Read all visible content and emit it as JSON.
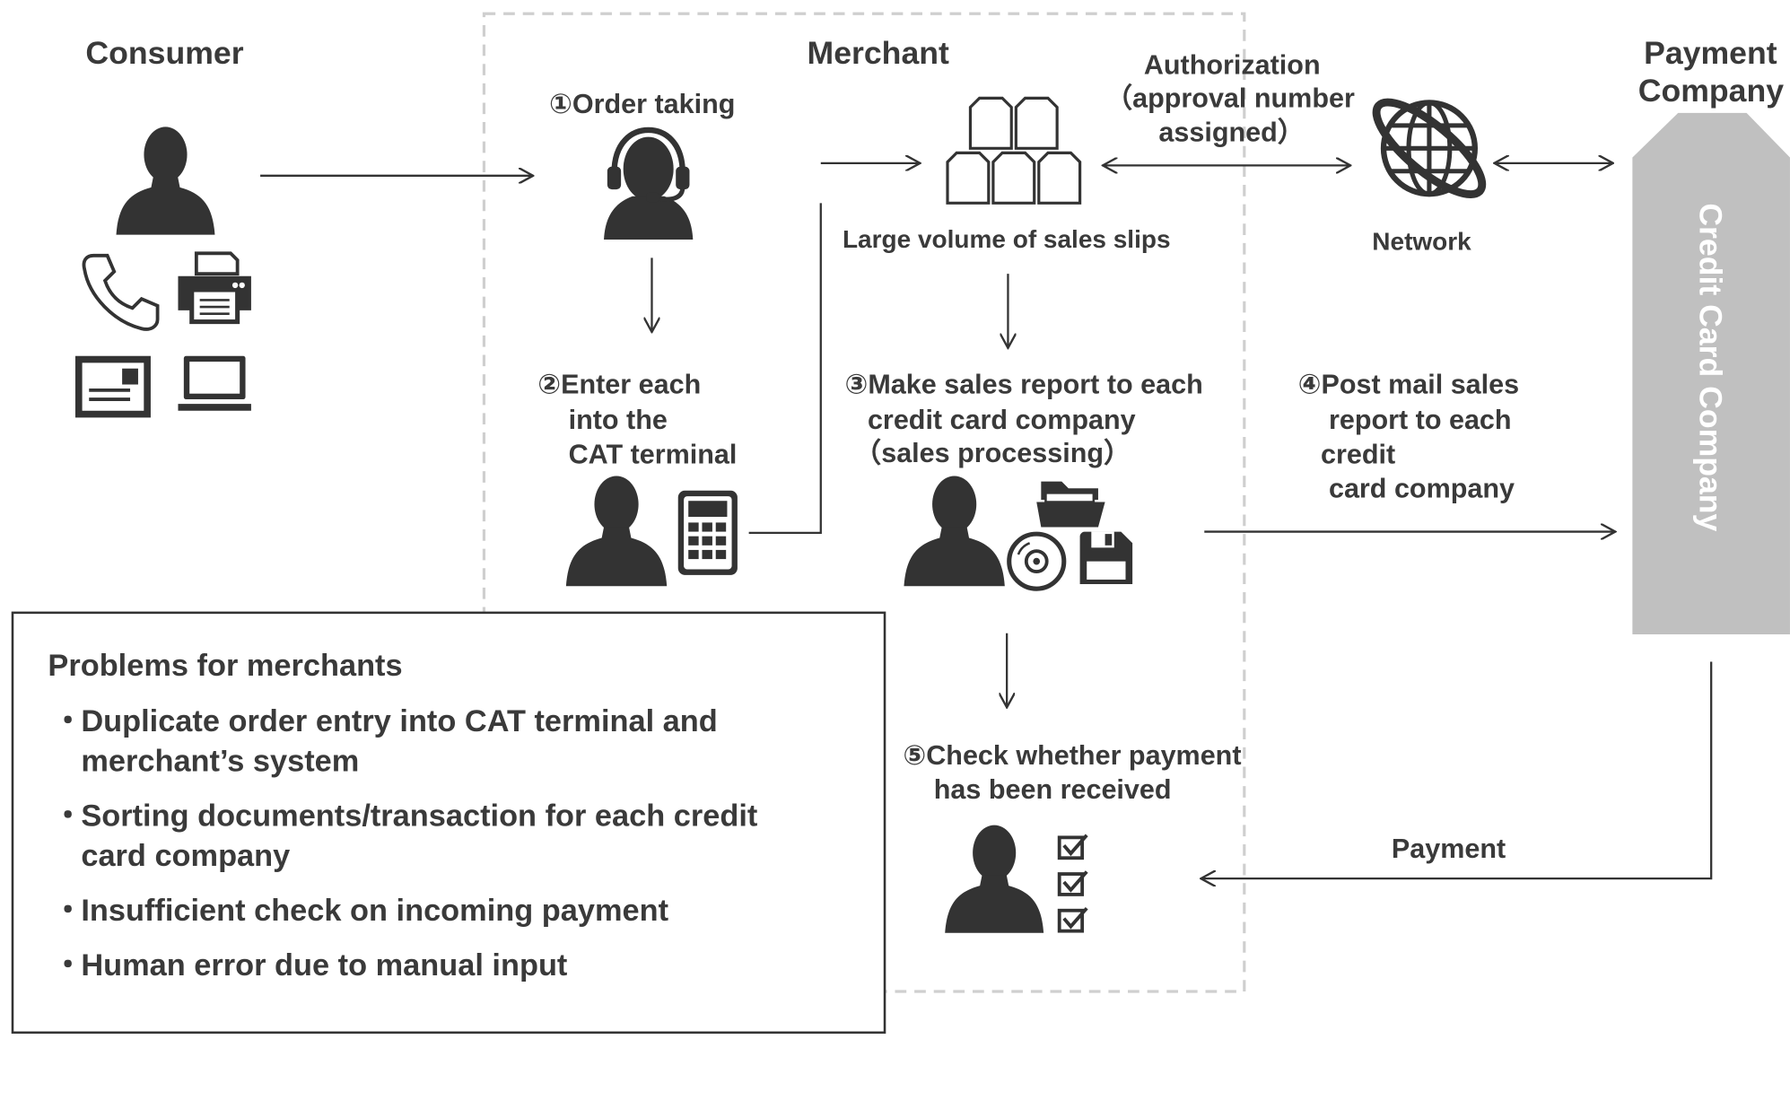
{
  "columns": {
    "consumer": "Consumer",
    "merchant": "Merchant",
    "payment_company_line1": "Payment",
    "payment_company_line2": "Company"
  },
  "steps": {
    "order_taking": "①Order taking",
    "enter_cat_line1": "②Enter each",
    "enter_cat_line2": "into the",
    "enter_cat_line3": "CAT terminal",
    "sales_report_line1": "③Make sales report to each",
    "sales_report_line2": "credit card company",
    "sales_report_line3": "（sales processing）",
    "post_mail_line1": "④Post mail sales",
    "post_mail_line2": "report to each",
    "post_mail_line3": "credit",
    "post_mail_line4": "card company",
    "check_payment_line1": "⑤Check whether payment",
    "check_payment_line2": "has been received"
  },
  "labels": {
    "sales_slips": "Large volume of sales slips",
    "authorization_line1": "Authorization",
    "authorization_line2": "（approval number",
    "authorization_line3": "assigned）",
    "network": "Network",
    "payment": "Payment",
    "credit_card_company": "Credit Card Company"
  },
  "problems": {
    "title": "Problems for merchants",
    "bullet": "・",
    "items": [
      {
        "line1": "Duplicate order entry into CAT terminal and",
        "line2": "merchant’s system"
      },
      {
        "line1": "Sorting documents/transaction for each credit",
        "line2": "card company"
      },
      {
        "line1": "Insufficient check on incoming payment",
        "line2": ""
      },
      {
        "line1": "Human error due to manual input",
        "line2": ""
      }
    ]
  },
  "colors": {
    "text": "#3a3a3a",
    "icon": "#333333",
    "company_block": "#c0c0c0",
    "dashed_border": "#cfcfcf",
    "white": "#ffffff"
  },
  "icons": [
    "person-icon",
    "phone-icon",
    "printer-icon",
    "mail-icon",
    "laptop-icon",
    "headset-operator-icon",
    "calculator-icon",
    "documents-icon",
    "globe-network-icon",
    "folder-icon",
    "cd-icon",
    "floppy-disk-icon",
    "checklist-icon"
  ]
}
